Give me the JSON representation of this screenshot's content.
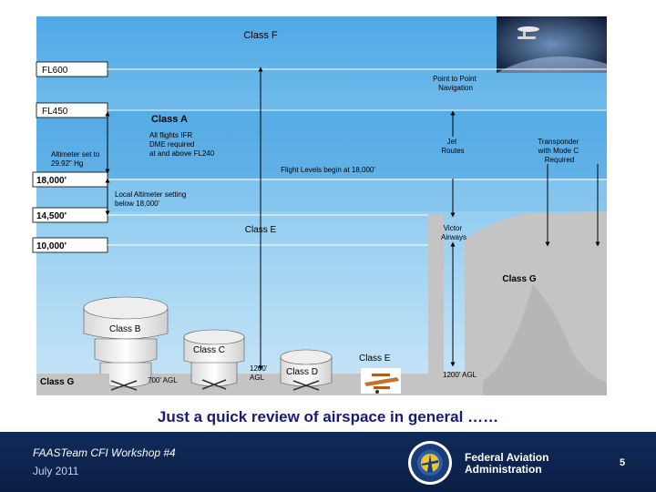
{
  "diagram": {
    "class_f": "Class F",
    "fl600": "FL600",
    "fl450": "FL450",
    "alt_18000": "18,000'",
    "alt_14500": "14,500'",
    "alt_10000": "10,000'",
    "point_to_point": [
      "Point to Point",
      "Navigation"
    ],
    "class_a": "Class A",
    "class_a_note": [
      "All flights IFR",
      "DME required",
      "at and above FL240"
    ],
    "altimeter_note": [
      "Altimeter set to",
      "29.92\" Hg"
    ],
    "jet_routes": [
      "Jet",
      "Routes"
    ],
    "transponder": [
      "Transponder",
      "with Mode C",
      "Required"
    ],
    "flight_levels": "Flight Levels begin at 18,000'",
    "local_altimeter": [
      "Local Altimeter setting",
      "below 18,000'"
    ],
    "class_e_upper": "Class E",
    "victor_airways": [
      "Victor",
      "Airways"
    ],
    "class_g_right": "Class G",
    "class_b": "Class B",
    "class_c": "Class C",
    "agl_700": "700' AGL",
    "agl_1200_left": [
      "1200'",
      "AGL"
    ],
    "class_d": "Class D",
    "class_e_lower": "Class E",
    "agl_1200_right": "1200' AGL",
    "class_g_left": "Class G"
  },
  "caption": "Just a quick review of airspace in general ……",
  "footer": {
    "title": "FAASTeam CFI Workshop #4",
    "date": "July 2011",
    "agency_line1": "Federal Aviation",
    "agency_line2": "Administration",
    "page": "5"
  },
  "colors": {
    "sky_top": "#5aaee8",
    "sky_bottom": "#bfe0f5",
    "terrain": "#c2c2c2",
    "footer_bg": "#102a5a"
  }
}
